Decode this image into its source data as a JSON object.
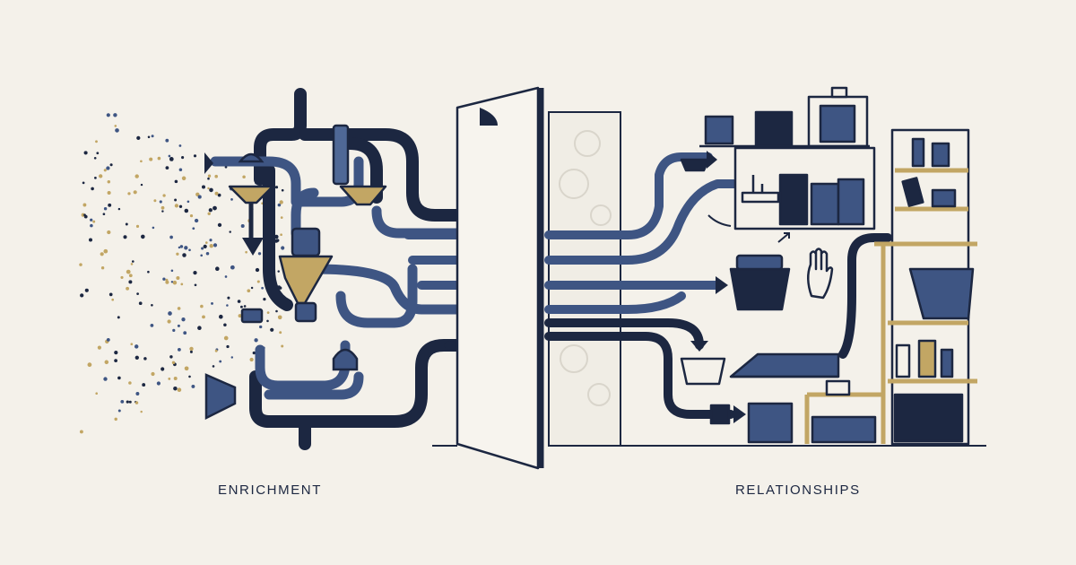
{
  "labels": {
    "left": "ENRICHMENT",
    "right": "RELATIONSHIPS"
  },
  "colors": {
    "background": "#f4f1ea",
    "navy": "#1c2741",
    "slate": "#3e5583",
    "slate_light": "#4f6896",
    "gold": "#c2a664",
    "line": "#1c2741",
    "gear": "#d9d5cb"
  },
  "icons": [
    "particle-cloud",
    "pipe-network",
    "funnel-icon",
    "valve-icon",
    "gate-door",
    "gear-icon",
    "shelving-unit",
    "box-icon",
    "hand-icon",
    "basket-icon"
  ]
}
